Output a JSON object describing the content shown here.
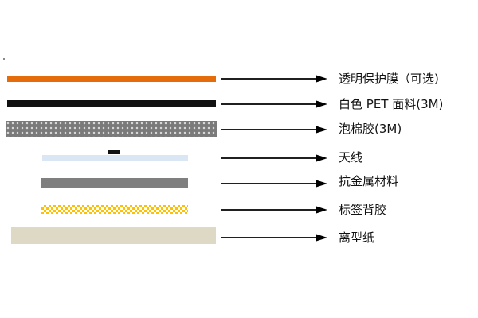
{
  "layers": [
    {
      "label": "透明保护膜（可选)",
      "color": "#e46c0a"
    },
    {
      "label": "白色 PET 面料(3M)",
      "color": "#111111"
    },
    {
      "label": "泡棉胶(3M)",
      "color": "#7a7a7a"
    },
    {
      "label": "天线",
      "color": "#dbe6f4"
    },
    {
      "label": "抗金属材料",
      "color": "#7f7f7f"
    },
    {
      "label": "标签背胶",
      "color": "#ffc000"
    },
    {
      "label": "离型纸",
      "color": "#ddd9c4"
    }
  ],
  "arrow_color": "#000000"
}
